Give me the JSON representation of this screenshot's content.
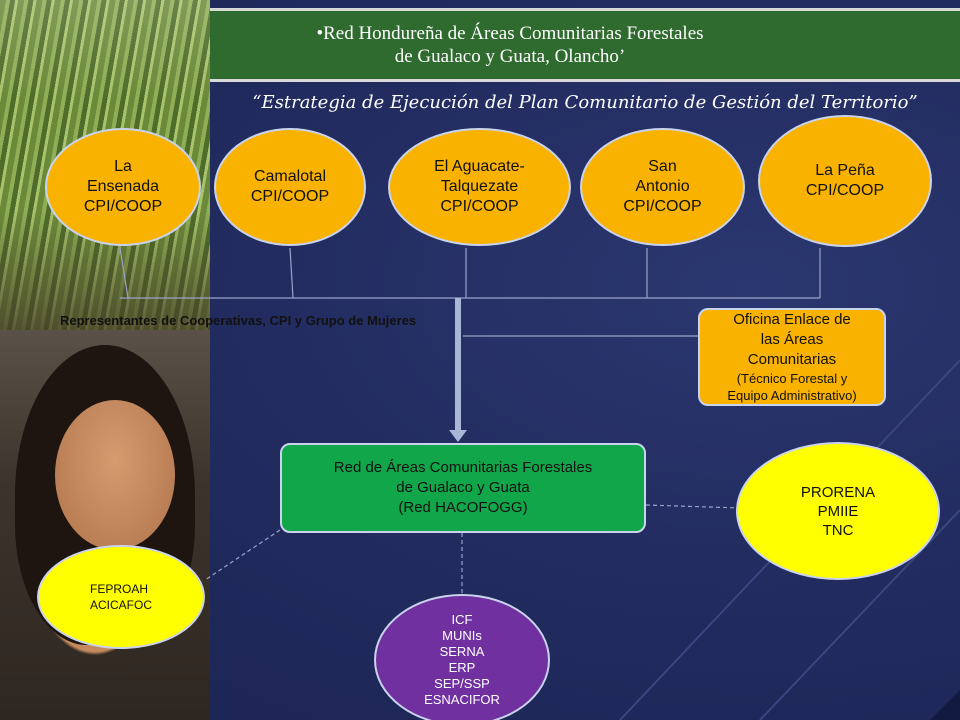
{
  "header": {
    "title_line1": "•Red  Hondureña de Áreas Comunitarias Forestales",
    "title_line2": "de Gualaco y Guata, Olancho’"
  },
  "subtitle": "“Estrategia de Ejecución del Plan Comunitario de Gestión del Territorio”",
  "top_nodes": [
    {
      "label": "La\nEnsenada\nCPI/COOP"
    },
    {
      "label": "Camalotal\nCPI/COOP"
    },
    {
      "label": "El Aguacate-\nTalquezate\nCPI/COOP"
    },
    {
      "label": "San\nAntonio\nCPI/COOP"
    },
    {
      "label": "La Peña\nCPI/COOP"
    }
  ],
  "representatives_label": "Representantes de Cooperativas, CPI y Grupo de Mujeres",
  "oficina": {
    "label": "Oficina Enlace de\nlas Áreas\nComunitarias",
    "sub": "(Técnico Forestal y\nEquipo Administrativo)"
  },
  "central": {
    "label": "Red de Áreas Comunitarias Forestales\nde Gualaco y Guata\n(Red HACOFOGG)"
  },
  "prorena": {
    "label": "PRORENA\nPMIIE\nTNC"
  },
  "feproah": {
    "label": "FEPROAH\nACICAFOC"
  },
  "icf": {
    "label": "ICF\nMUNIs\nSERNA\nERP\nSEP/SSP\nESNACIFOR"
  },
  "colors": {
    "background": "#1f2a5a",
    "header_green": "#2f6b2f",
    "orange": "#f9b200",
    "green": "#12a64a",
    "yellow": "#ffff00",
    "purple": "#7030a0"
  }
}
